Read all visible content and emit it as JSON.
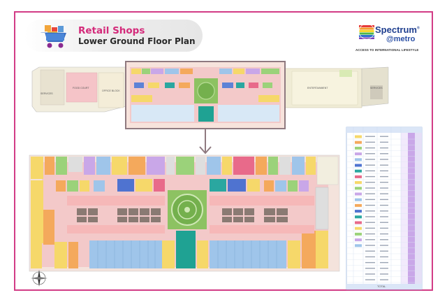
{
  "title": {
    "heading": "Retail Shops",
    "subheading": "Lower Ground Floor Plan"
  },
  "brand": {
    "name": "Spectrum",
    "trademark": "®",
    "sub": "@metro",
    "tagline": "ACCESS TO INTERNATIONAL LIFESTYLE"
  },
  "icons": {
    "cart": "shopping-cart-icon",
    "compass": "compass-rose-icon",
    "arrow": "down-arrow-icon",
    "logo": "spectrum-sphere-logo"
  },
  "overview_labels": {
    "left": "SERVICES",
    "left_mid": "FOOD COURT",
    "left_mid2": "OFFICE BLOCK",
    "right": "ENTERTAINMENT",
    "far_right": "SERVICES"
  },
  "legend": {
    "total_label": "TOTAL"
  },
  "colors": {
    "border": "#d23c86",
    "title_pink": "#d42a7a",
    "zoom_frame": "#8f7a80",
    "corridor": "#f3c9c9",
    "garden": "#8dc262",
    "blue_shop": "#9fc5ea",
    "yellow_shop": "#f6d86a",
    "orange_shop": "#f4a95c",
    "green_shop": "#9bd27a",
    "purple_shop": "#c9a7e8",
    "teal_shop": "#1fa293"
  }
}
